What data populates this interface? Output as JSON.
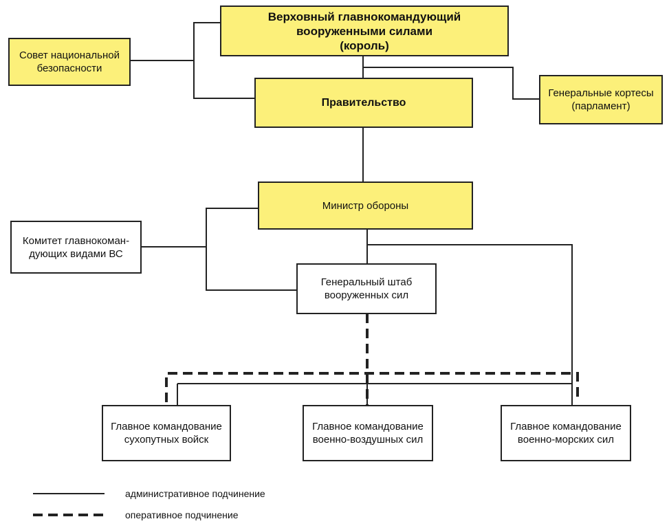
{
  "nodes": {
    "commander": {
      "lines": [
        "Верховный главнокомандующий",
        "вооруженными силами",
        "(король)"
      ]
    },
    "security_council": {
      "lines": [
        "Совет национальной",
        "безопасности"
      ]
    },
    "government": {
      "lines": [
        "Правительство"
      ]
    },
    "cortes": {
      "lines": [
        "Генеральные кортесы",
        "(парламент)"
      ]
    },
    "minister": {
      "lines": [
        "Министр обороны"
      ]
    },
    "committee": {
      "lines": [
        "Комитет главнокоман-",
        "дующих видами ВС"
      ]
    },
    "general_staff": {
      "lines": [
        "Генеральный штаб",
        "вооруженных сил"
      ]
    },
    "land_forces": {
      "lines": [
        "Главное командование",
        "сухопутных войск"
      ]
    },
    "air_forces": {
      "lines": [
        "Главное командование",
        "военно-воздушных сил"
      ]
    },
    "naval_forces": {
      "lines": [
        "Главное командование",
        "военно-морских сил"
      ]
    }
  },
  "legend": {
    "administrative": "административное подчинение",
    "operational": "оперативное подчинение"
  },
  "colors": {
    "highlight": "#fcf07a",
    "box_white": "#ffffff",
    "line": "#222222"
  }
}
